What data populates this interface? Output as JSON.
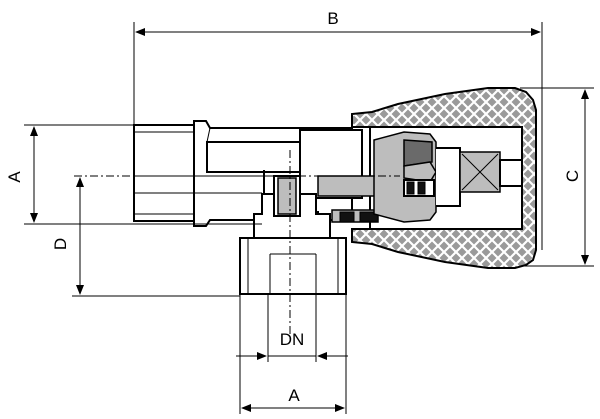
{
  "diagram": {
    "labels": {
      "b": "B",
      "a_left": "A",
      "c": "C",
      "d": "D",
      "dn": "DN",
      "a_bottom": "A"
    },
    "colors": {
      "line": "#000000",
      "hatch_fill": "#9a9a9a",
      "shade": "#bdbdbd",
      "dark": "#6a6a6a"
    }
  }
}
